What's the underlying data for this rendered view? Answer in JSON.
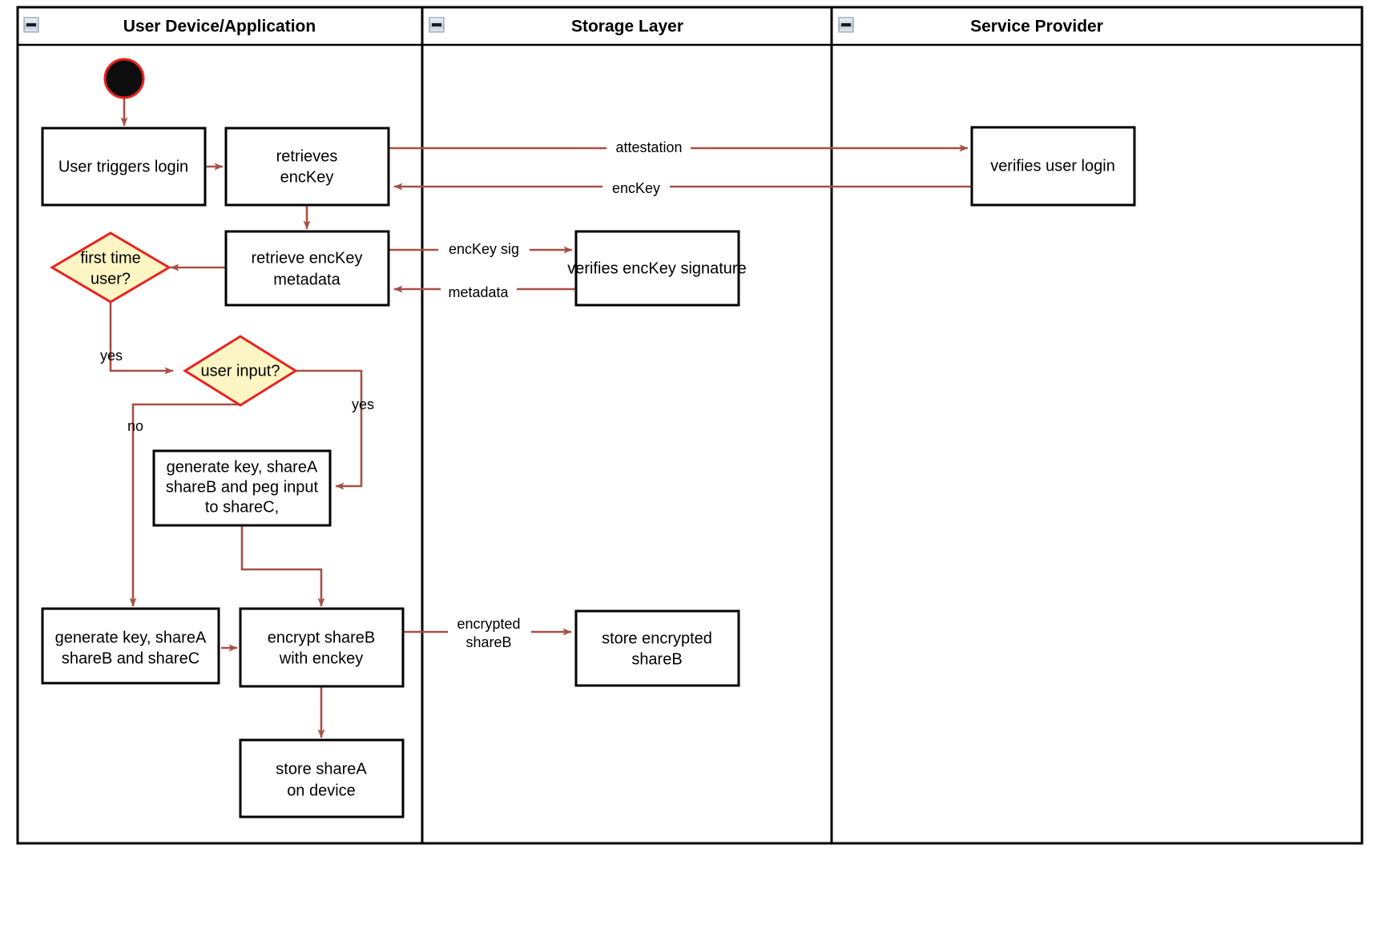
{
  "diagram": {
    "type": "uml-activity-swimlane",
    "background": "#ffffff",
    "colors": {
      "frame": "#000000",
      "flow_arrow": "#a65046",
      "decision_fill": "#fdf5c4",
      "decision_border": "#e8231f",
      "start_node_fill": "#0d0d0d",
      "start_node_border": "#e8231f",
      "node_fill": "#ffffff",
      "node_border": "#000000"
    }
  },
  "lanes": [
    {
      "id": "user-device",
      "title": "User Device/Application",
      "collapse_icon": "collapse-minus-icon"
    },
    {
      "id": "storage-layer",
      "title": "Storage Layer",
      "collapse_icon": "collapse-minus-icon"
    },
    {
      "id": "service-provider",
      "title": "Service Provider",
      "collapse_icon": "collapse-minus-icon"
    }
  ],
  "nodes": [
    {
      "id": "start",
      "kind": "initial-node",
      "lane": "user-device",
      "label": ""
    },
    {
      "id": "user-triggers-login",
      "kind": "action",
      "lane": "user-device",
      "lines": [
        "User triggers login"
      ]
    },
    {
      "id": "retrieves-enckey",
      "kind": "action",
      "lane": "user-device",
      "lines": [
        "retrieves",
        "encKey"
      ]
    },
    {
      "id": "retrieve-enckey-metadata",
      "kind": "action",
      "lane": "user-device",
      "lines": [
        "retrieve encKey",
        "metadata"
      ]
    },
    {
      "id": "first-time-user",
      "kind": "decision",
      "lane": "user-device",
      "lines": [
        "first time",
        "user?"
      ]
    },
    {
      "id": "user-input",
      "kind": "decision",
      "lane": "user-device",
      "lines": [
        "user input?"
      ]
    },
    {
      "id": "generate-peg-input",
      "kind": "action",
      "lane": "user-device",
      "lines": [
        "generate key, shareA",
        "shareB and peg input",
        "to shareC,"
      ]
    },
    {
      "id": "generate-shares",
      "kind": "action",
      "lane": "user-device",
      "lines": [
        "generate key, shareA",
        "shareB and shareC"
      ]
    },
    {
      "id": "encrypt-shareb",
      "kind": "action",
      "lane": "user-device",
      "lines": [
        "encrypt shareB",
        "with enckey"
      ]
    },
    {
      "id": "store-sharea",
      "kind": "action",
      "lane": "user-device",
      "lines": [
        "store shareA",
        "on device"
      ]
    },
    {
      "id": "verifies-enckey-signature",
      "kind": "action",
      "lane": "storage-layer",
      "lines": [
        "verifies encKey signature"
      ]
    },
    {
      "id": "store-encrypted-shareb",
      "kind": "action",
      "lane": "storage-layer",
      "lines": [
        "store encrypted",
        "shareB"
      ]
    },
    {
      "id": "verifies-user-login",
      "kind": "action",
      "lane": "service-provider",
      "lines": [
        "verifies user login"
      ]
    }
  ],
  "edges": [
    {
      "id": "e-start-login",
      "from": "start",
      "to": "user-triggers-login",
      "label": ""
    },
    {
      "id": "e-login-retrieves",
      "from": "user-triggers-login",
      "to": "retrieves-enckey",
      "label": ""
    },
    {
      "id": "e-attestation",
      "from": "retrieves-enckey",
      "to": "verifies-user-login",
      "label": "attestation"
    },
    {
      "id": "e-enckey-back",
      "from": "verifies-user-login",
      "to": "retrieves-enckey",
      "label": "encKey"
    },
    {
      "id": "e-retrieves-metadata",
      "from": "retrieves-enckey",
      "to": "retrieve-enckey-metadata",
      "label": ""
    },
    {
      "id": "e-enckey-sig",
      "from": "retrieve-enckey-metadata",
      "to": "verifies-enckey-signature",
      "label": "encKey sig"
    },
    {
      "id": "e-metadata-back",
      "from": "verifies-enckey-signature",
      "to": "retrieve-enckey-metadata",
      "label": "metadata"
    },
    {
      "id": "e-metadata-firsttime",
      "from": "retrieve-enckey-metadata",
      "to": "first-time-user",
      "label": ""
    },
    {
      "id": "e-firsttime-yes",
      "from": "first-time-user",
      "to": "user-input",
      "label": "yes"
    },
    {
      "id": "e-userinput-yes",
      "from": "user-input",
      "to": "generate-peg-input",
      "label": "yes"
    },
    {
      "id": "e-userinput-no",
      "from": "user-input",
      "to": "generate-shares",
      "label": "no"
    },
    {
      "id": "e-peg-encrypt",
      "from": "generate-peg-input",
      "to": "encrypt-shareb",
      "label": ""
    },
    {
      "id": "e-generate-encrypt",
      "from": "generate-shares",
      "to": "encrypt-shareb",
      "label": ""
    },
    {
      "id": "e-encrypted-shareb",
      "from": "encrypt-shareb",
      "to": "store-encrypted-shareb",
      "label": "encrypted shareB",
      "label_lines": [
        "encrypted",
        "shareB"
      ]
    },
    {
      "id": "e-encrypt-store-sharea",
      "from": "encrypt-shareb",
      "to": "store-sharea",
      "label": ""
    }
  ],
  "labels": {
    "attestation": "attestation",
    "enckey": "encKey",
    "enckey_sig": "encKey sig",
    "metadata": "metadata",
    "yes_first_time": "yes",
    "yes_user_input": "yes",
    "no_user_input": "no",
    "encrypted_line1": "encrypted",
    "encrypted_line2": "shareB"
  },
  "node_text": {
    "user_triggers_login": "User triggers login",
    "retrieves_l1": "retrieves",
    "retrieves_l2": "encKey",
    "retrieve_meta_l1": "retrieve encKey",
    "retrieve_meta_l2": "metadata",
    "first_time_l1": "first time",
    "first_time_l2": "user?",
    "user_input": "user input?",
    "gen_peg_l1": "generate key, shareA",
    "gen_peg_l2": "shareB and peg input",
    "gen_peg_l3": "to shareC,",
    "gen_shares_l1": "generate key, shareA",
    "gen_shares_l2": "shareB and shareC",
    "encrypt_l1": "encrypt shareB",
    "encrypt_l2": "with enckey",
    "store_sharea_l1": "store shareA",
    "store_sharea_l2": "on device",
    "verifies_sig": "verifies encKey signature",
    "store_enc_l1": "store encrypted",
    "store_enc_l2": "shareB",
    "verifies_login": "verifies user login"
  }
}
